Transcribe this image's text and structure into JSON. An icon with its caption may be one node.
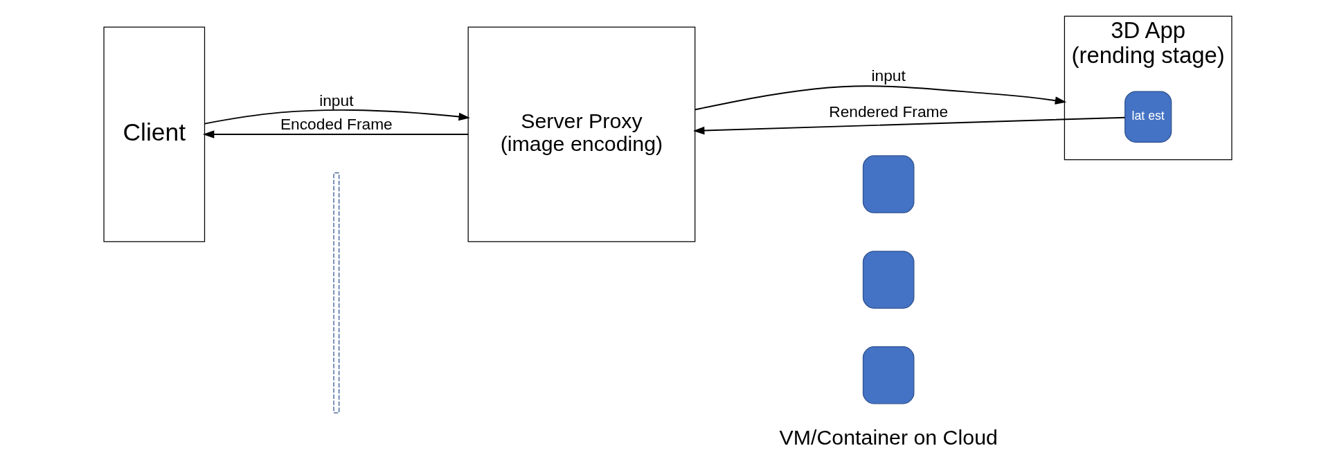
{
  "diagram": {
    "nodes": [
      {
        "text": [
          "Client"
        ]
      },
      {
        "text": [
          "Server Proxy",
          "(image encoding)"
        ]
      },
      {
        "text": [
          "3D App",
          "(rending stage)"
        ]
      },
      {
        "text": [
          "lat est"
        ],
        "in": 2
      },
      {
        "text": [],
        "shape": "box"
      },
      {
        "text": [],
        "shape": "box"
      },
      {
        "text": [],
        "shape": "box"
      },
      {
        "text": [],
        "shape": "bar"
      }
    ],
    "edges": [
      {
        "from": 0,
        "to": 1,
        "label": "input",
        "arrow": "to"
      },
      {
        "from": 1,
        "to": 2,
        "label": "input",
        "arrow": "to"
      },
      {
        "from": 2,
        "to": 1,
        "label": "Rendered Frame",
        "arrow": "to"
      },
      {
        "from": 1,
        "to": 0,
        "label": "Encoded Frame",
        "arrow": "to"
      }
    ],
    "labels": [
      "VM/Container on Cloud"
    ]
  }
}
